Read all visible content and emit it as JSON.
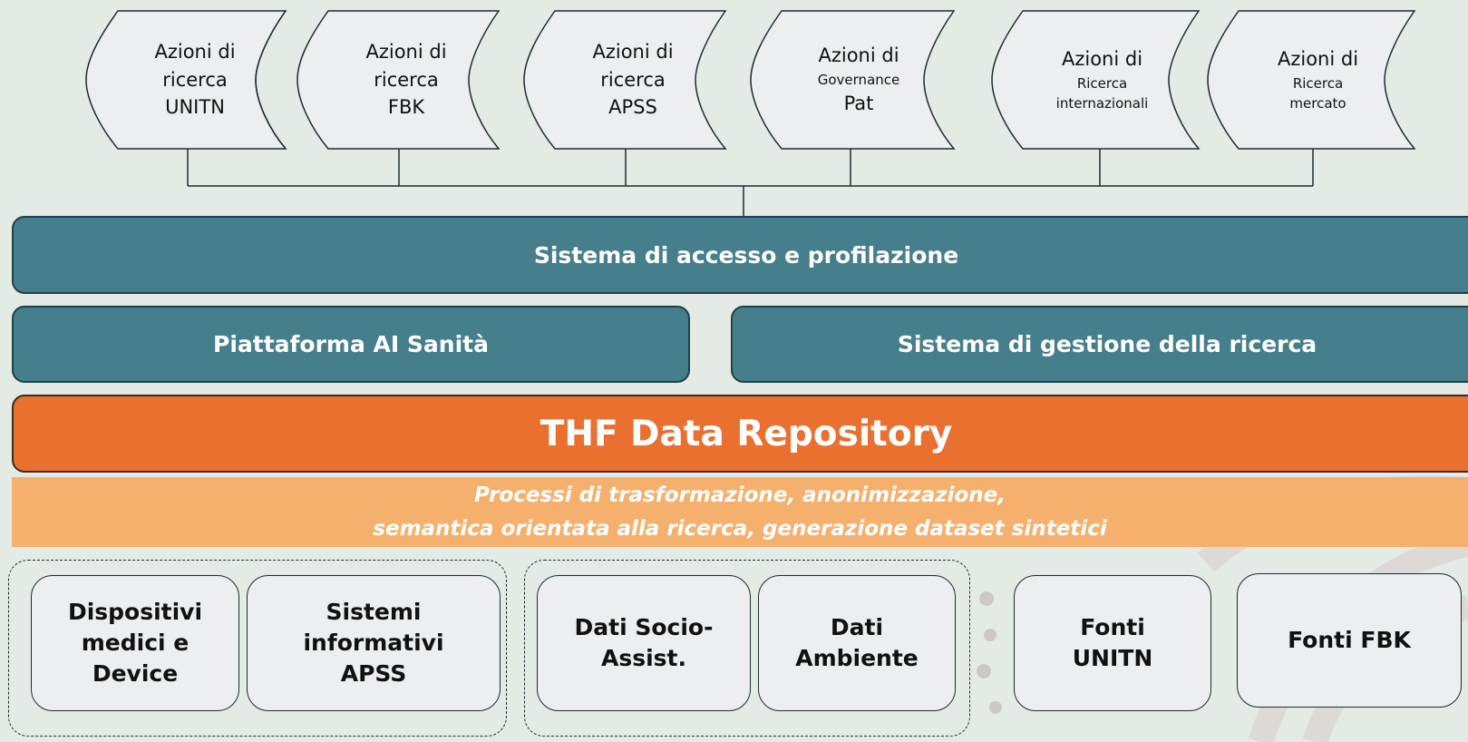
{
  "research_actions": [
    {
      "id": "unitn",
      "line1": "Azioni di",
      "line2": "ricerca",
      "line3": "UNITN",
      "small": false
    },
    {
      "id": "fbk",
      "line1": "Azioni di",
      "line2": "ricerca",
      "line3": "FBK",
      "small": false
    },
    {
      "id": "apss",
      "line1": "Azioni di",
      "line2": "ricerca",
      "line3": "APSS",
      "small": false
    },
    {
      "id": "governance",
      "line1": "Azioni di",
      "line2": "Governance",
      "line3": "Pat",
      "small": "middle"
    },
    {
      "id": "internazionali",
      "line1": "Azioni di",
      "line2": "Ricerca",
      "line3": "internazionali",
      "small": "bottom"
    },
    {
      "id": "mercato",
      "line1": "Azioni di",
      "line2": "Ricerca",
      "line3": "mercato",
      "small": "bottom"
    }
  ],
  "layers": {
    "access": "Sistema di accesso e profilazione",
    "ai_platform": "Piattaforma AI Sanità",
    "research_mgmt": "Sistema di gestione della ricerca",
    "repository": "THF Data Repository",
    "process_line1": "Processi di trasformazione, anonimizzazione,",
    "process_line2": "semantica orientata alla ricerca, generazione dataset sintetici"
  },
  "sources": [
    {
      "id": "dispositivi",
      "label": "Dispositivi\nmedici e\nDevice"
    },
    {
      "id": "sistemi",
      "label": "Sistemi\ninformativi\nAPSS"
    },
    {
      "id": "socio",
      "label": "Dati Socio-\nAssist."
    },
    {
      "id": "ambiente",
      "label": "Dati\nAmbiente"
    },
    {
      "id": "unitn",
      "label": "Fonti\nUNITN"
    },
    {
      "id": "fbk",
      "label": "Fonti FBK"
    }
  ],
  "colors": {
    "background": "#e4ebe5",
    "teal": "#467f8c",
    "orange": "#ea7030",
    "light_orange": "#f6b06d",
    "source_fill": "#eceeef"
  }
}
